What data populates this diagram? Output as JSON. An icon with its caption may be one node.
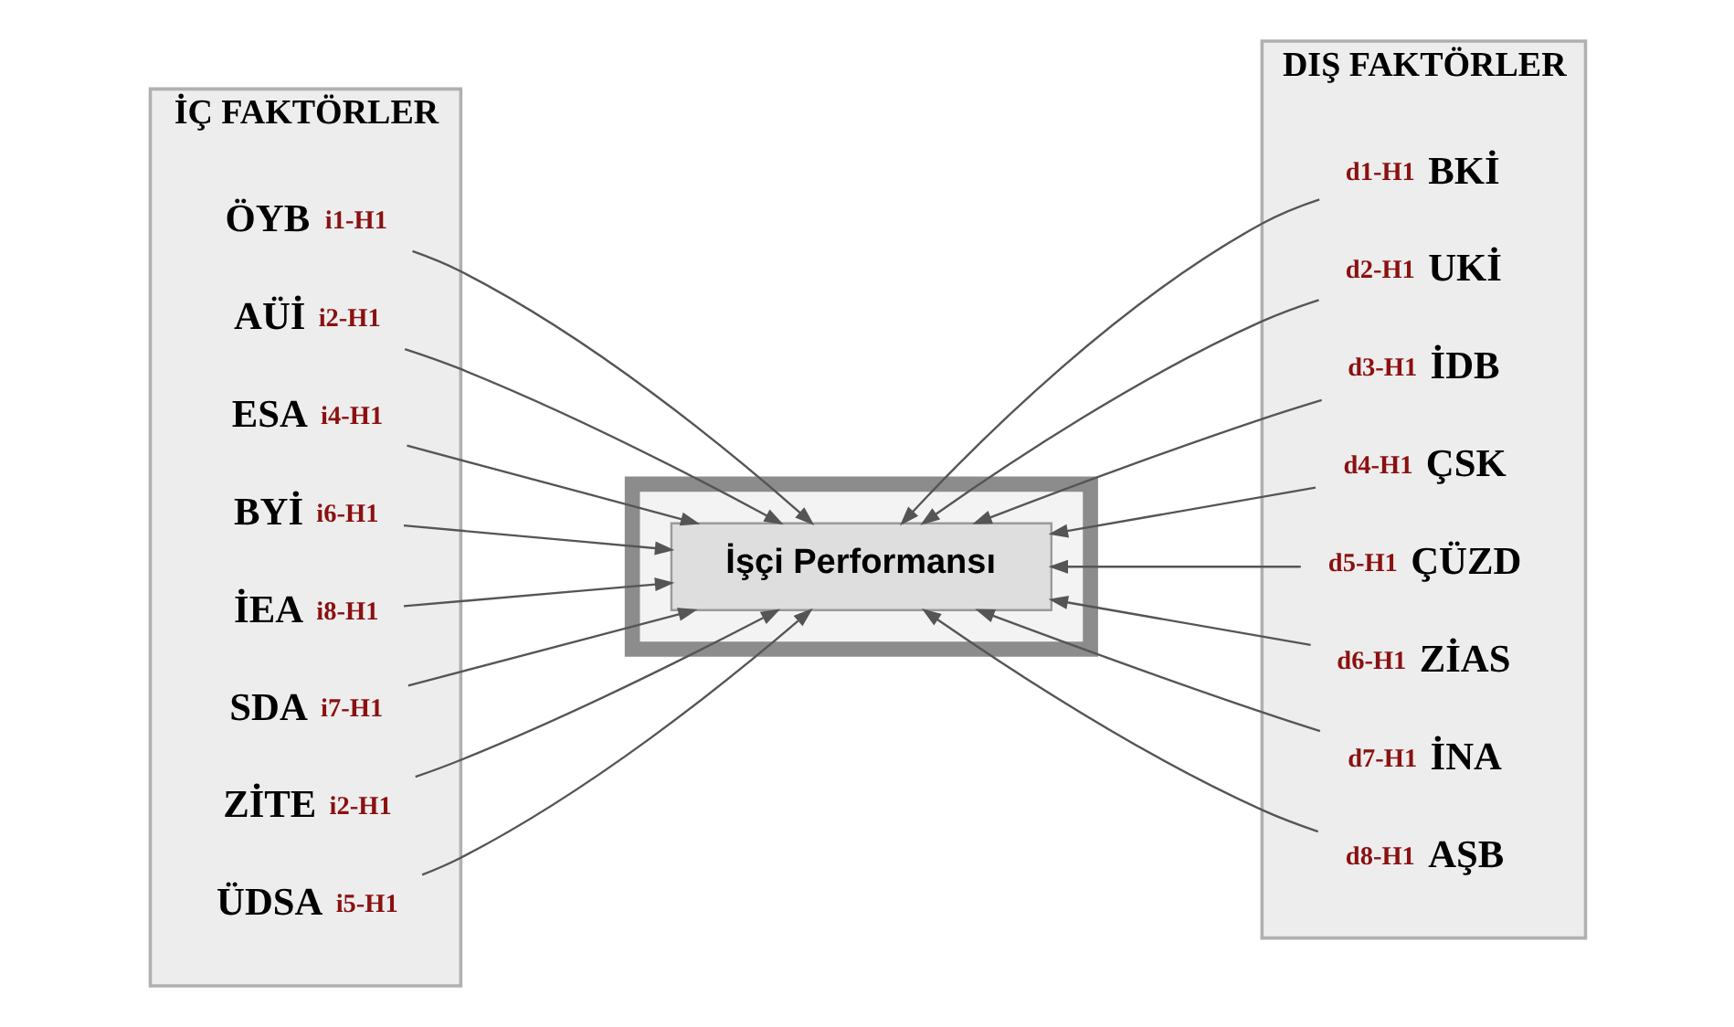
{
  "diagram": {
    "nodes": [
      {
        "text": [
          "İÇ FAKTÖRLER"
        ]
      },
      {
        "text": [
          "ÖYB"
        ],
        "beside": [
          "i1-H1"
        ],
        "in": 0
      },
      {
        "text": [
          "AÜİ"
        ],
        "beside": [
          "i2-H1"
        ],
        "in": 0
      },
      {
        "text": [
          "ESA"
        ],
        "beside": [
          "i4-H1"
        ],
        "in": 0
      },
      {
        "text": [
          "BYİ"
        ],
        "beside": [
          "i6-H1"
        ],
        "in": 0
      },
      {
        "text": [
          "İEA"
        ],
        "beside": [
          "i8-H1"
        ],
        "in": 0
      },
      {
        "text": [
          "SDA"
        ],
        "beside": [
          "i7-H1"
        ],
        "in": 0
      },
      {
        "text": [
          "ZİTE"
        ],
        "beside": [
          "i2-H1"
        ],
        "in": 0
      },
      {
        "text": [
          "ÜDSA"
        ],
        "beside": [
          "i5-H1"
        ],
        "in": 0
      },
      {
        "text": [],
        "shape": "box"
      },
      {
        "text": [
          "İşçi Performansı"
        ],
        "in": 9
      },
      {
        "text": [
          "DIŞ FAKTÖRLER"
        ]
      },
      {
        "text": [
          "BKİ"
        ],
        "beside": [
          "d1-H1"
        ],
        "in": 11
      },
      {
        "text": [
          "UKİ"
        ],
        "beside": [
          "d2-H1"
        ],
        "in": 11
      },
      {
        "text": [
          "İDB"
        ],
        "beside": [
          "d3-H1"
        ],
        "in": 11
      },
      {
        "text": [
          "ÇSK"
        ],
        "beside": [
          "d4-H1"
        ],
        "in": 11
      },
      {
        "text": [
          "ÇÜZD"
        ],
        "beside": [
          "d5-H1"
        ],
        "in": 11
      },
      {
        "text": [
          "ZİAS"
        ],
        "beside": [
          "d6-H1"
        ],
        "in": 11
      },
      {
        "text": [
          "İNA"
        ],
        "beside": [
          "d7-H1"
        ],
        "in": 11
      },
      {
        "text": [
          "AŞB"
        ],
        "beside": [
          "d8-H1"
        ],
        "in": 11
      }
    ],
    "edges": [
      {
        "from": 1,
        "to": 10,
        "arrow": "to"
      },
      {
        "from": 2,
        "to": 10,
        "arrow": "to"
      },
      {
        "from": 3,
        "to": 10,
        "arrow": "to"
      },
      {
        "from": 4,
        "to": 10,
        "arrow": "to"
      },
      {
        "from": 5,
        "to": 10,
        "arrow": "to"
      },
      {
        "from": 6,
        "to": 10,
        "arrow": "to"
      },
      {
        "from": 7,
        "to": 10,
        "arrow": "to"
      },
      {
        "from": 8,
        "to": 10,
        "arrow": "to"
      },
      {
        "from": 12,
        "to": 10,
        "arrow": "to"
      },
      {
        "from": 13,
        "to": 10,
        "arrow": "to"
      },
      {
        "from": 14,
        "to": 10,
        "arrow": "to"
      },
      {
        "from": 15,
        "to": 10,
        "arrow": "to"
      },
      {
        "from": 16,
        "to": 10,
        "arrow": "to"
      },
      {
        "from": 17,
        "to": 10,
        "arrow": "to"
      },
      {
        "from": 18,
        "to": 10,
        "arrow": "to"
      },
      {
        "from": 19,
        "to": 10,
        "arrow": "to"
      }
    ]
  }
}
